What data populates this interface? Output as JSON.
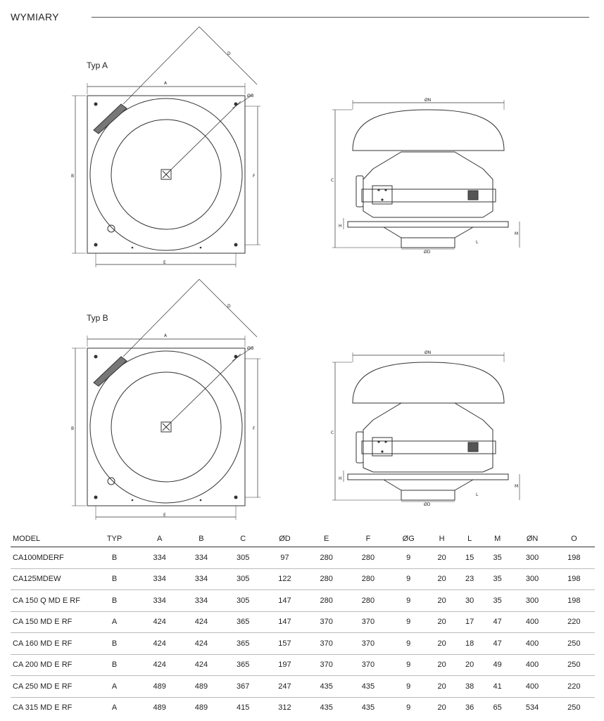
{
  "header": {
    "title": "WYMIARY"
  },
  "drawings": {
    "typ_a_label": "Typ A",
    "typ_b_label": "Typ B",
    "dim": {
      "A": "A",
      "B": "B",
      "C": "C",
      "D": "D",
      "E": "E",
      "F": "F",
      "G": "ØG",
      "N": "ØN",
      "OD": "ØD",
      "H": "H",
      "L": "L",
      "M": "M"
    }
  },
  "table": {
    "columns": [
      "MODEL",
      "TYP",
      "A",
      "B",
      "C",
      "ØD",
      "E",
      "F",
      "ØG",
      "H",
      "L",
      "M",
      "ØN",
      "O"
    ],
    "rows": [
      [
        "CA100MDERF",
        "B",
        "334",
        "334",
        "305",
        "97",
        "280",
        "280",
        "9",
        "20",
        "15",
        "35",
        "300",
        "198"
      ],
      [
        "CA125MDEW",
        "B",
        "334",
        "334",
        "305",
        "122",
        "280",
        "280",
        "9",
        "20",
        "23",
        "35",
        "300",
        "198"
      ],
      [
        "CA 150 Q MD E RF",
        "B",
        "334",
        "334",
        "305",
        "147",
        "280",
        "280",
        "9",
        "20",
        "30",
        "35",
        "300",
        "198"
      ],
      [
        "CA 150 MD E RF",
        "A",
        "424",
        "424",
        "365",
        "147",
        "370",
        "370",
        "9",
        "20",
        "17",
        "47",
        "400",
        "220"
      ],
      [
        "CA 160 MD E RF",
        "B",
        "424",
        "424",
        "365",
        "157",
        "370",
        "370",
        "9",
        "20",
        "18",
        "47",
        "400",
        "250"
      ],
      [
        "CA 200 MD E RF",
        "B",
        "424",
        "424",
        "365",
        "197",
        "370",
        "370",
        "9",
        "20",
        "20",
        "49",
        "400",
        "250"
      ],
      [
        "CA 250 MD E RF",
        "A",
        "489",
        "489",
        "367",
        "247",
        "435",
        "435",
        "9",
        "20",
        "38",
        "41",
        "400",
        "220"
      ],
      [
        "CA 315 MD E RF",
        "A",
        "489",
        "489",
        "415",
        "312",
        "435",
        "435",
        "9",
        "20",
        "36",
        "65",
        "534",
        "250"
      ]
    ]
  }
}
